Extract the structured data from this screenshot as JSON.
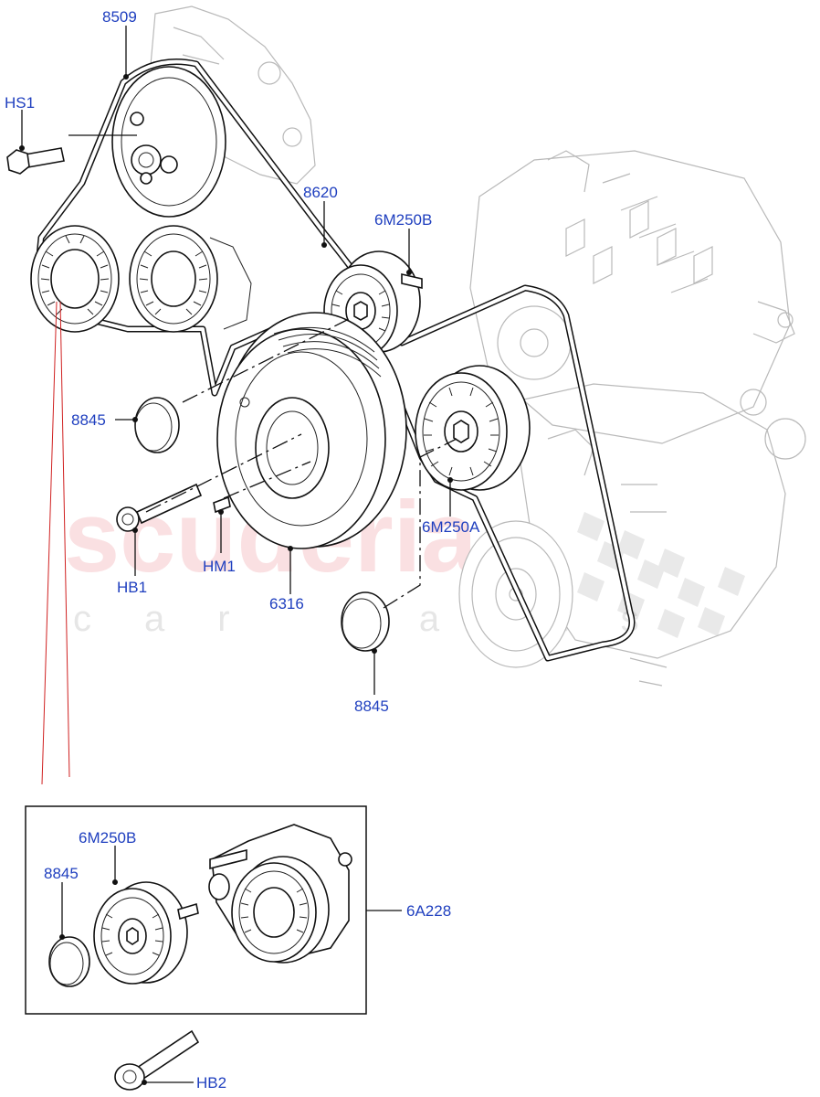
{
  "watermark": {
    "main": "scuderia",
    "sub": "car parts"
  },
  "labels": {
    "p8509": "8509",
    "hs1": "HS1",
    "p8620": "8620",
    "p6m250b": "6M250B",
    "p8845_left": "8845",
    "hb1": "HB1",
    "hm1": "HM1",
    "p6316": "6316",
    "p6m250a": "6M250A",
    "p8845_bottom": "8845",
    "inset_6m250b": "6M250B",
    "inset_8845": "8845",
    "p6a228": "6A228",
    "hb2": "HB2"
  },
  "colors": {
    "label": "#1f3fbf",
    "watermark": "#e23c4a"
  }
}
